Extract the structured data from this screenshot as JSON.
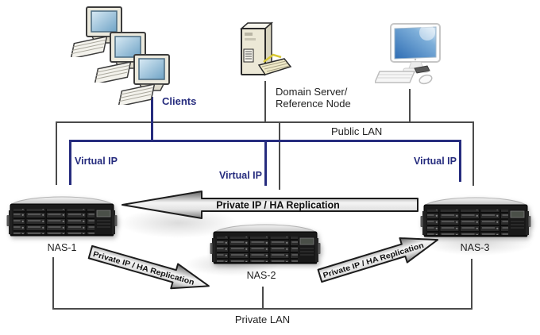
{
  "colors": {
    "navy": "#262c7e",
    "line_gray": "#4b4b4b",
    "text": "#1f1f1f"
  },
  "nodes": {
    "clients": {
      "label": "Clients"
    },
    "domain_server": {
      "line1": "Domain Server/",
      "line2": "Reference Node"
    },
    "nas1": {
      "label": "NAS-1"
    },
    "nas2": {
      "label": "NAS-2"
    },
    "nas3": {
      "label": "NAS-3"
    }
  },
  "networks": {
    "public_lan": "Public LAN",
    "private_lan": "Private LAN",
    "virtual_ip_1": "Virtual IP",
    "virtual_ip_2": "Virtual IP",
    "virtual_ip_3": "Virtual IP"
  },
  "arrows": {
    "main": "Private IP / HA Replication",
    "nas1_to_nas2": "Private IP / HA Replication",
    "nas2_to_nas3": "Private IP / HA Replication"
  }
}
